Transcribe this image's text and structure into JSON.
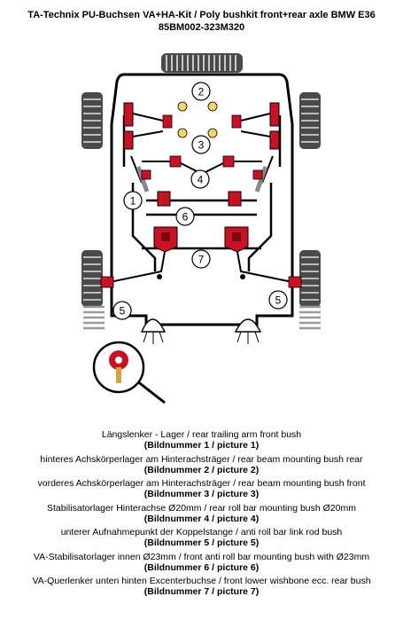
{
  "header": {
    "line1": "TA-Technix PU-Buchsen VA+HA-Kit / Poly bushkit front+rear axle BMW E36",
    "line2": "85BM002-323M320"
  },
  "diagram": {
    "callouts": [
      "1",
      "2",
      "3",
      "4",
      "5",
      "5",
      "6",
      "7"
    ],
    "colors": {
      "bush": "#cc1122",
      "bush_dark": "#7a0a12",
      "tire": "#4a4a4a",
      "spring": "#9a9a9a",
      "key": "#d9a33a"
    }
  },
  "legend": [
    {
      "desc": "Längslenker - Lager / rear trailing arm front bush",
      "pic": "(Bildnummer 1 / picture 1)"
    },
    {
      "desc": "hinteres Achskörperlager am Hinterachsträger / rear beam mounting bush rear",
      "pic": "(Bildnummer 2 / picture 2)"
    },
    {
      "desc": "vorderes Achskörperlager am Hinterachsträger / rear beam mounting bush front",
      "pic": "(Bildnummer 3 / picture 3)"
    },
    {
      "desc": "Stabilisatorlager Hinterachse Ø20mm / rear roll bar mounting bush Ø20mm",
      "pic": "(Bildnummer 4 / picture 4)"
    },
    {
      "desc": "unterer Aufnahmepunkt der Koppelstange / anti roll bar link rod bush",
      "pic": "(Bildnummer 5 / picture 5)"
    },
    {
      "desc": "VA-Stabilisatorlager innen Ø23mm / front anti roll bar mounting bush with Ø23mm",
      "pic": "(Bildnummer 6 / picture 6)"
    },
    {
      "desc": "VA-Querlenker unten hinten Excenterbuchse  / front lower wishbone ecc. rear bush",
      "pic": "(Bildnummer 7 / picture 7)"
    }
  ]
}
